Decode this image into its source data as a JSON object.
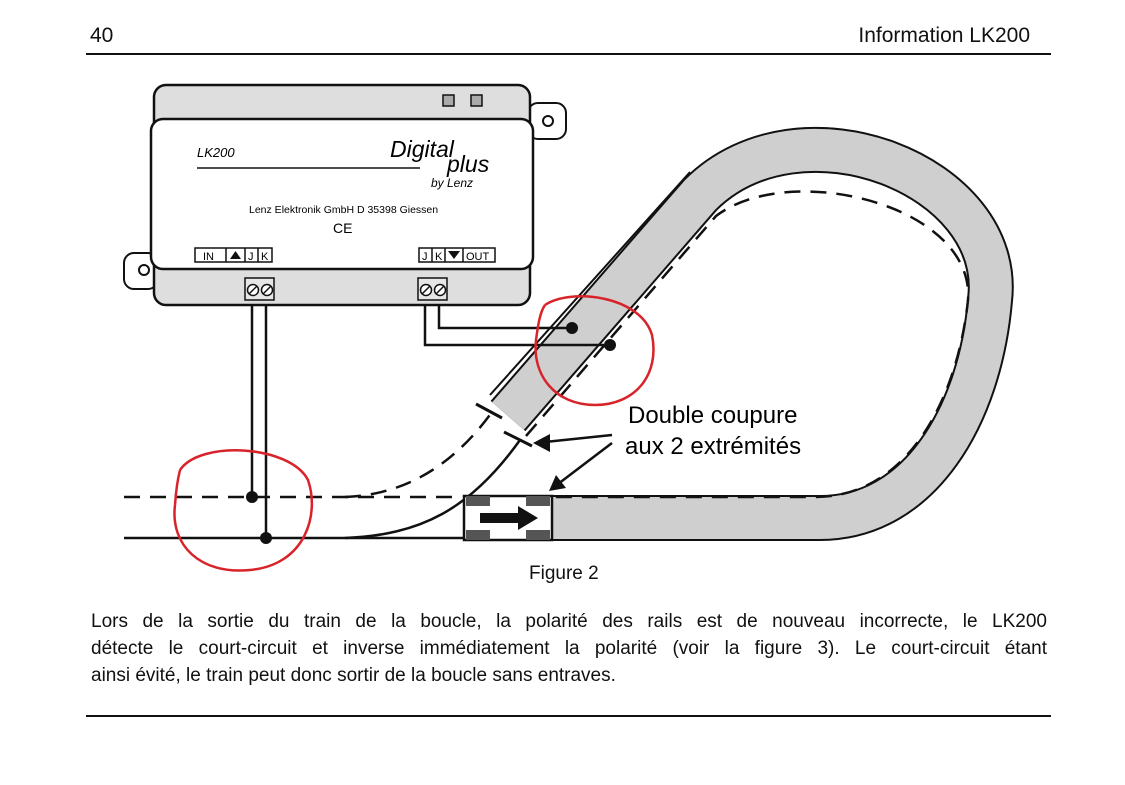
{
  "header": {
    "page_number": "40",
    "title": "Information LK200"
  },
  "device": {
    "model": "LK200",
    "brand_line1": "Digital",
    "brand_line2": "plus",
    "brand_line3": "by Lenz",
    "maker": "Lenz Elektronik GmbH  D 35398 Giessen",
    "ce_mark": "CE",
    "left_terminals": {
      "in": "IN",
      "j": "J",
      "k": "K"
    },
    "right_terminals": {
      "j": "J",
      "k": "K",
      "out": "OUT"
    }
  },
  "annotation": {
    "line1": "Double coupure",
    "line2": "aux 2 extrémités"
  },
  "figure_caption": "Figure 2",
  "body_lines": [
    "Lors de la sortie du train de la boucle, la polarité des rails est de nouveau incorrecte, le LK200",
    "détecte le court-circuit et inverse immédiatement la polarité (voir la figure 3). Le court-circuit étant",
    "ainsi évité, le train peut donc sortir de la boucle sans entraves."
  ]
}
